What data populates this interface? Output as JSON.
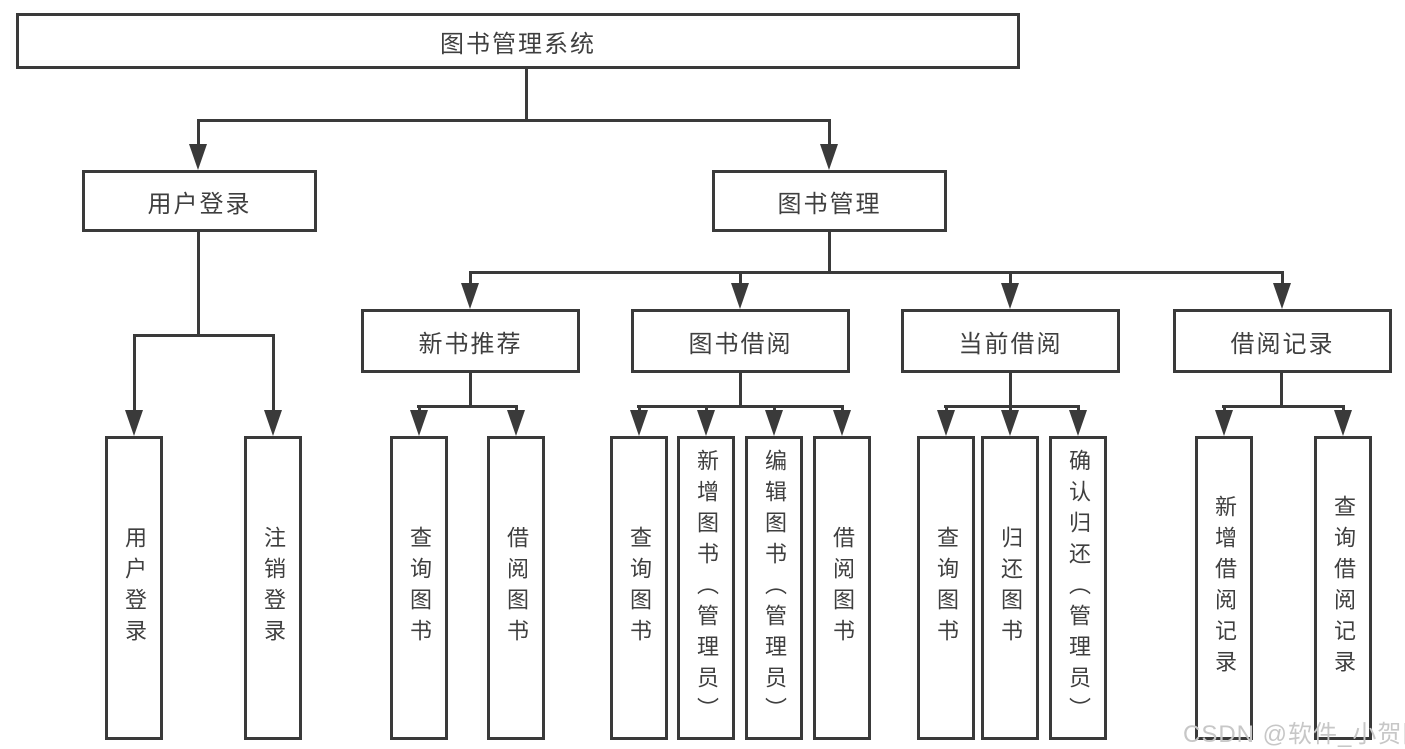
{
  "diagram": {
    "title_note": "library management system function structure chart",
    "root": {
      "label": "图书管理系统"
    },
    "level2": [
      {
        "label": "用户登录"
      },
      {
        "label": "图书管理"
      }
    ],
    "level3": [
      {
        "label": "新书推荐"
      },
      {
        "label": "图书借阅"
      },
      {
        "label": "当前借阅"
      },
      {
        "label": "借阅记录"
      }
    ],
    "leaves": {
      "user_login": [
        "用户登录",
        "注销登录"
      ],
      "new_books": [
        "查询图书",
        "借阅图书"
      ],
      "book_borrow": [
        "查询图书",
        "新增图书（管理员）",
        "编辑图书（管理员）",
        "借阅图书"
      ],
      "current_borrow": [
        "查询图书",
        "归还图书",
        "确认归还（管理员）"
      ],
      "borrow_records": [
        "新增借阅记录",
        "查询借阅记录"
      ]
    }
  },
  "watermark": {
    "text": "CSDN @软件_小贺同学"
  },
  "colors": {
    "line": "#3a3a3a",
    "text": "#3f3f3f",
    "watermark": "#c7c7c7",
    "background": "#ffffff"
  }
}
